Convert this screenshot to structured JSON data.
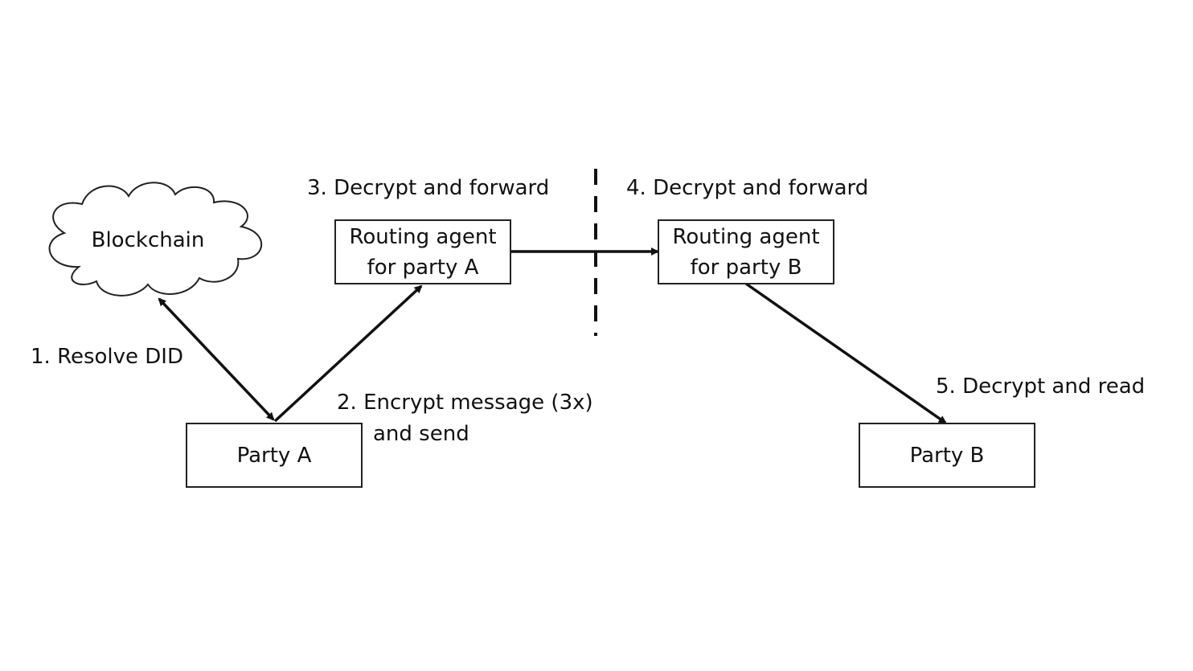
{
  "colors": {
    "background": "#ffffff",
    "stroke": "#222222",
    "text": "#111111"
  },
  "nodes": {
    "blockchain": {
      "label": "Blockchain",
      "shape": "cloud"
    },
    "party_a": {
      "label": "Party A"
    },
    "party_b": {
      "label": "Party B"
    },
    "routing_a": {
      "line1": "Routing agent",
      "line2": "for party A"
    },
    "routing_b": {
      "line1": "Routing agent",
      "line2": "for party B"
    }
  },
  "steps": {
    "step1": "1. Resolve DID",
    "step2_line1": "2. Encrypt message (3x)",
    "step2_line2": "and send",
    "step3": "3. Decrypt and forward",
    "step4": "4. Decrypt and forward",
    "step5": "5. Decrypt and read"
  },
  "edges": [
    {
      "from": "party_a",
      "to": "blockchain",
      "direction": "both"
    },
    {
      "from": "party_a",
      "to": "routing_a",
      "direction": "forward"
    },
    {
      "from": "routing_a",
      "to": "routing_b",
      "direction": "forward"
    },
    {
      "from": "routing_b",
      "to": "party_b",
      "direction": "forward"
    }
  ],
  "separator": {
    "style": "dashed"
  }
}
